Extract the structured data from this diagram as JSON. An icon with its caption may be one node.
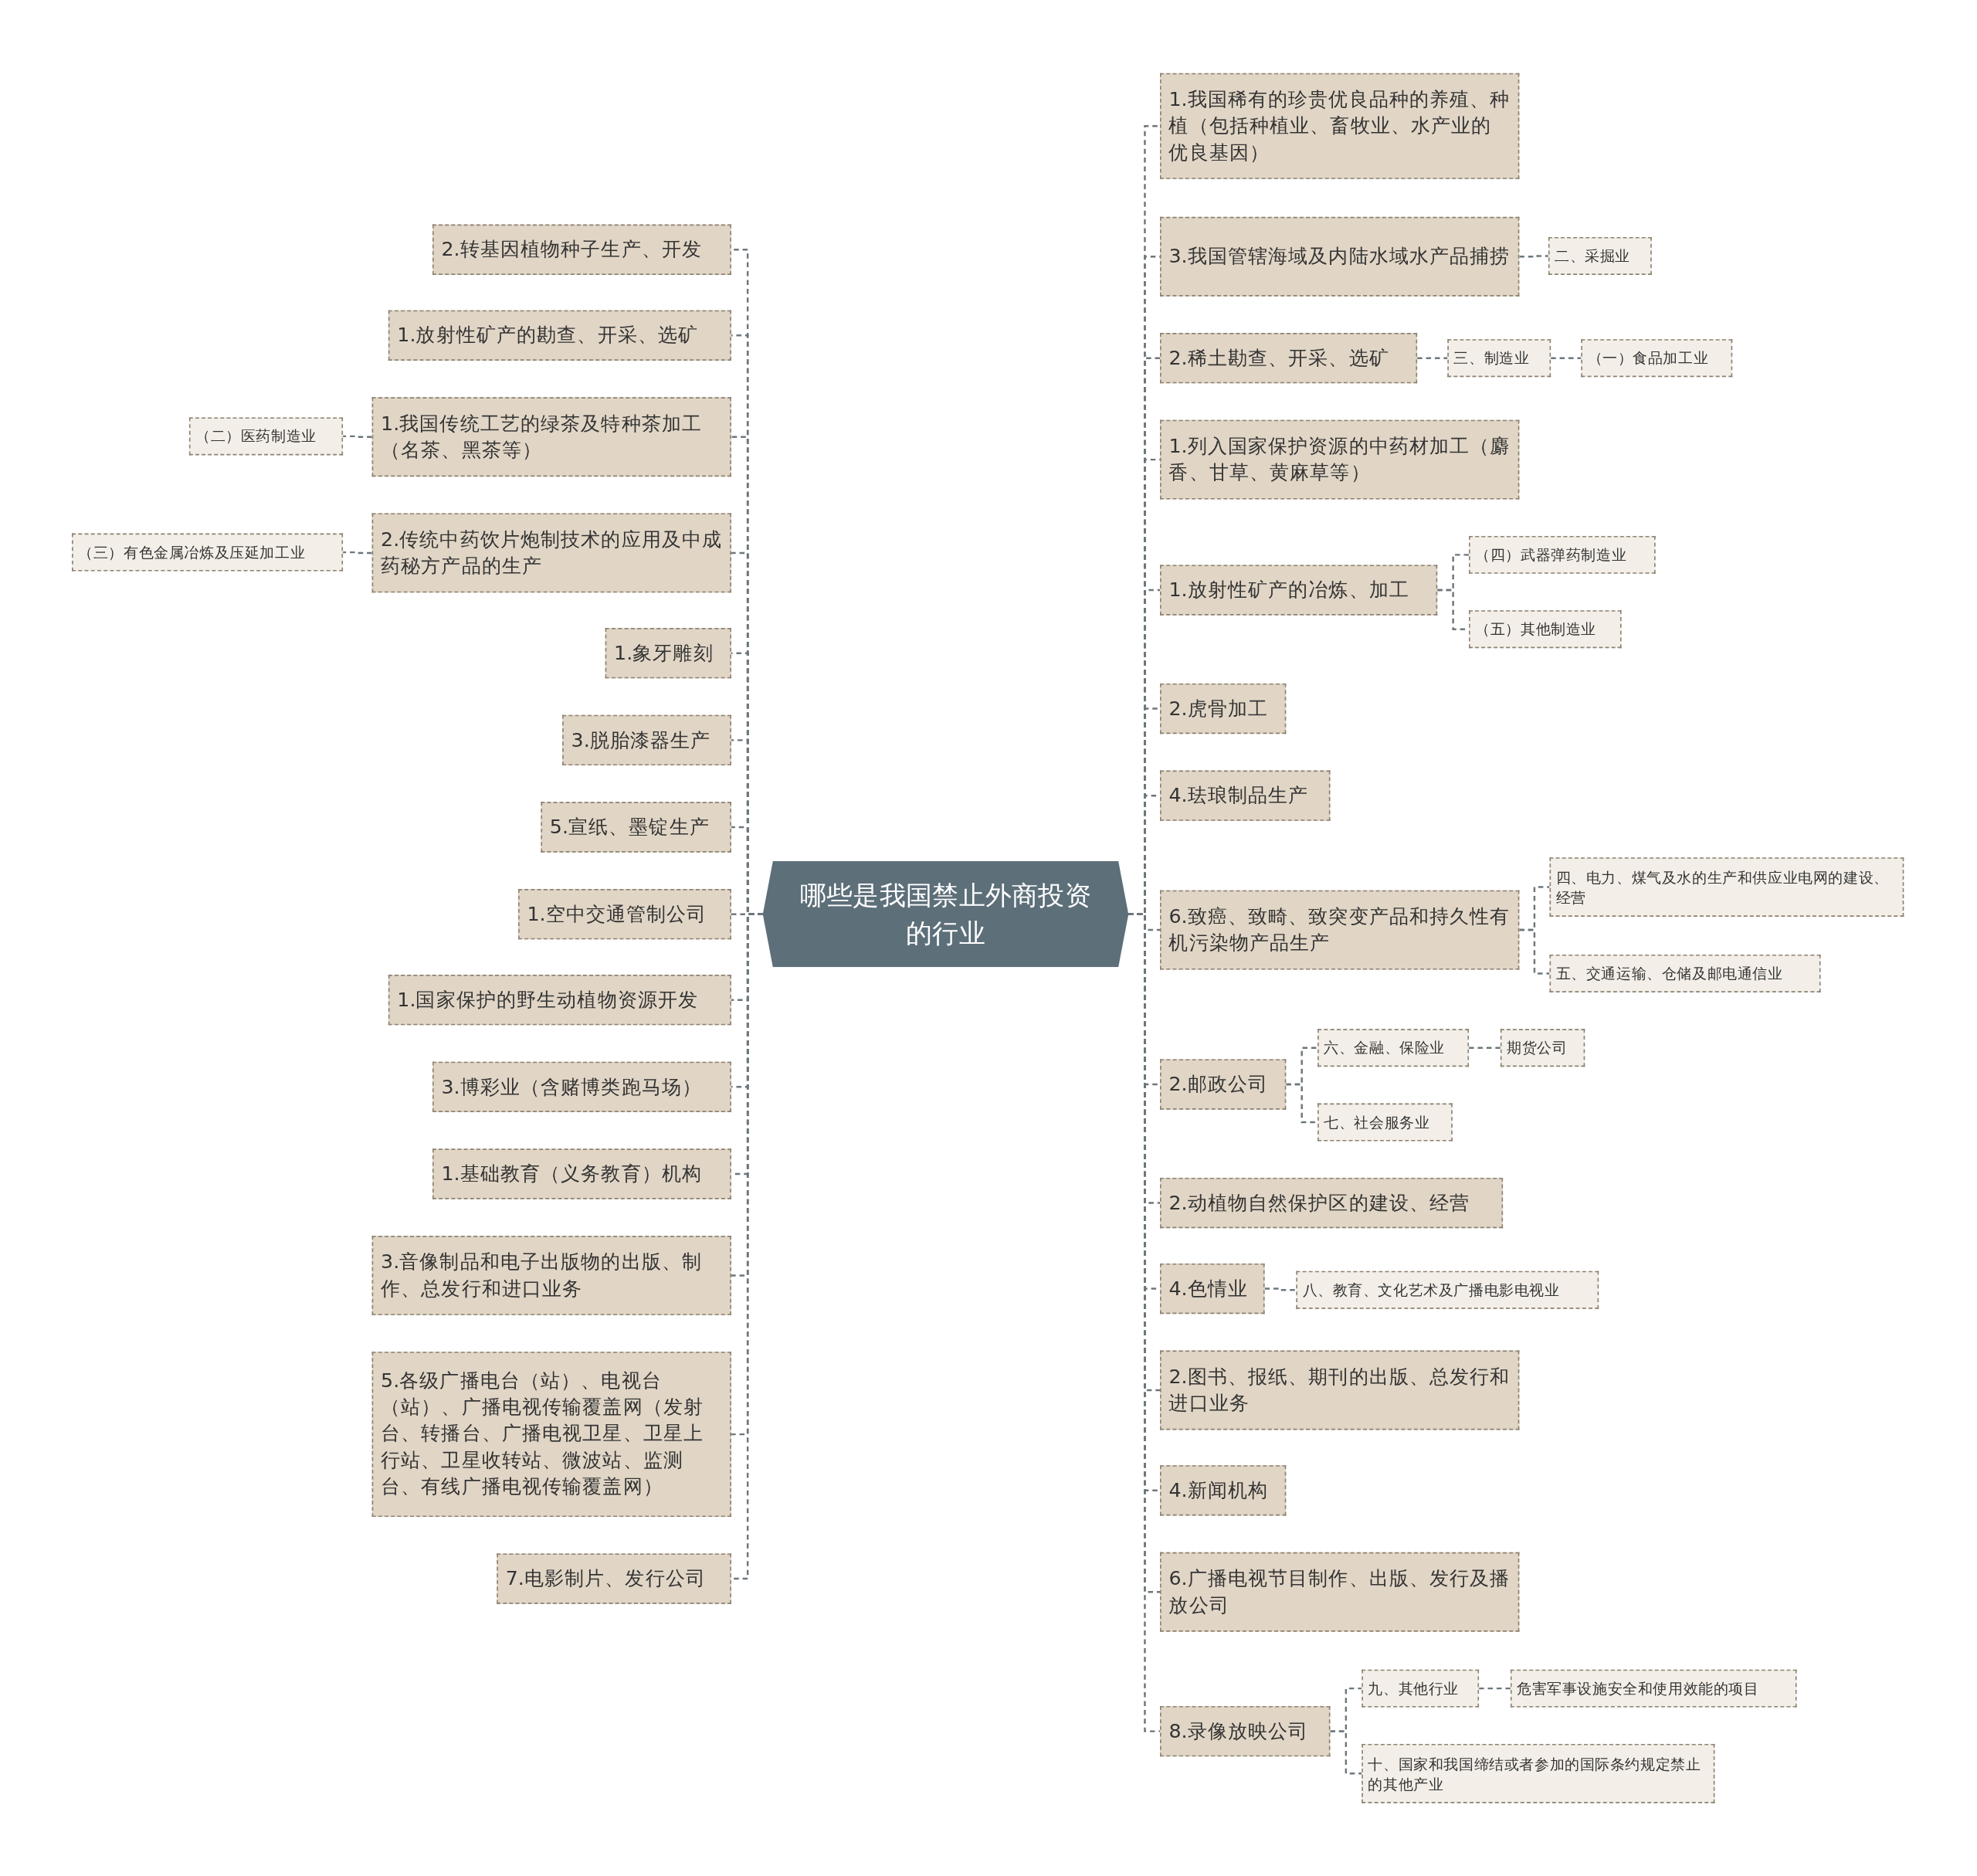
{
  "diagram": {
    "nodes": [
      {
        "text": [
          "哪些是我国禁止外商投资的行业"
        ]
      },
      {
        "text": [
          "2.转基因植物种子生产、开发"
        ]
      },
      {
        "text": [
          "1.放射性矿产的勘查、开采、选矿"
        ]
      },
      {
        "text": [
          "1.我国传统工艺的绿茶及特种茶加工（名茶、黑茶等）"
        ]
      },
      {
        "text": [
          "（二）医药制造业"
        ]
      },
      {
        "text": [
          "2.传统中药饮片炮制技术的应用及中成药秘方产品的生产"
        ]
      },
      {
        "text": [
          "（三）有色金属冶炼及压延加工业"
        ]
      },
      {
        "text": [
          "1.象牙雕刻"
        ]
      },
      {
        "text": [
          "3.脱胎漆器生产"
        ]
      },
      {
        "text": [
          "5.宣纸、墨锭生产"
        ]
      },
      {
        "text": [
          "1.空中交通管制公司"
        ]
      },
      {
        "text": [
          "1.国家保护的野生动植物资源开发"
        ]
      },
      {
        "text": [
          "3.博彩业（含赌博类跑马场）"
        ]
      },
      {
        "text": [
          "1.基础教育（义务教育）机构"
        ]
      },
      {
        "text": [
          "3.音像制品和电子出版物的出版、制作、总发行和进口业务"
        ]
      },
      {
        "text": [
          "5.各级广播电台（站）、电视台（站）、广播电视传输覆盖网（发射台、转播台、广播电视卫星、卫星上行站、卫星收转站、微波站、监测台、有线广播电视传输覆盖网）"
        ]
      },
      {
        "text": [
          "7.电影制片、发行公司"
        ]
      },
      {
        "text": [
          "1.我国稀有的珍贵优良品种的养殖、种植（包括种植业、畜牧业、水产业的优良基因）"
        ]
      },
      {
        "text": [
          "3.我国管辖海域及内陆水域水产品捕捞"
        ]
      },
      {
        "text": [
          "二、采掘业"
        ]
      },
      {
        "text": [
          "2.稀土勘查、开采、选矿"
        ]
      },
      {
        "text": [
          "三、制造业"
        ]
      },
      {
        "text": [
          "（一）食品加工业"
        ]
      },
      {
        "text": [
          "1.列入国家保护资源的中药材加工（麝香、甘草、黄麻草等）"
        ]
      },
      {
        "text": [
          "1.放射性矿产的冶炼、加工"
        ]
      },
      {
        "text": [
          "（四）武器弹药制造业"
        ]
      },
      {
        "text": [
          "（五）其他制造业"
        ]
      },
      {
        "text": [
          "2.虎骨加工"
        ]
      },
      {
        "text": [
          "4.珐琅制品生产"
        ]
      },
      {
        "text": [
          "6.致癌、致畸、致突变产品和持久性有机污染物产品生产"
        ]
      },
      {
        "text": [
          "四、电力、煤气及水的生产和供应业电网的建设、经营"
        ]
      },
      {
        "text": [
          "五、交通运输、仓储及邮电通信业"
        ]
      },
      {
        "text": [
          "2.邮政公司"
        ]
      },
      {
        "text": [
          "六、金融、保险业"
        ]
      },
      {
        "text": [
          "期货公司"
        ]
      },
      {
        "text": [
          "七、社会服务业"
        ]
      },
      {
        "text": [
          "2.动植物自然保护区的建设、经营"
        ]
      },
      {
        "text": [
          "4.色情业"
        ]
      },
      {
        "text": [
          "八、教育、文化艺术及广播电影电视业"
        ]
      },
      {
        "text": [
          "2.图书、报纸、期刊的出版、总发行和进口业务"
        ]
      },
      {
        "text": [
          "4.新闻机构"
        ]
      },
      {
        "text": [
          "6.广播电视节目制作、出版、发行及播放公司"
        ]
      },
      {
        "text": [
          "8.录像放映公司"
        ]
      },
      {
        "text": [
          "九、其他行业"
        ]
      },
      {
        "text": [
          "危害军事设施安全和使用效能的项目"
        ]
      },
      {
        "text": [
          "十、国家和我国缔结或者参加的国际条约规定禁止的其他产业"
        ]
      }
    ],
    "edges": [
      {
        "from": 0,
        "to": 1,
        "arrow": "none"
      },
      {
        "from": 0,
        "to": 2,
        "arrow": "none"
      },
      {
        "from": 0,
        "to": 3,
        "arrow": "none"
      },
      {
        "from": 3,
        "to": 4,
        "arrow": "none"
      },
      {
        "from": 0,
        "to": 5,
        "arrow": "none"
      },
      {
        "from": 5,
        "to": 6,
        "arrow": "none"
      },
      {
        "from": 0,
        "to": 7,
        "arrow": "none"
      },
      {
        "from": 0,
        "to": 8,
        "arrow": "none"
      },
      {
        "from": 0,
        "to": 9,
        "arrow": "none"
      },
      {
        "from": 0,
        "to": 10,
        "arrow": "none"
      },
      {
        "from": 0,
        "to": 11,
        "arrow": "none"
      },
      {
        "from": 0,
        "to": 12,
        "arrow": "none"
      },
      {
        "from": 0,
        "to": 13,
        "arrow": "none"
      },
      {
        "from": 0,
        "to": 14,
        "arrow": "none"
      },
      {
        "from": 0,
        "to": 15,
        "arrow": "none"
      },
      {
        "from": 0,
        "to": 16,
        "arrow": "none"
      },
      {
        "from": 0,
        "to": 17,
        "arrow": "none"
      },
      {
        "from": 0,
        "to": 18,
        "arrow": "none"
      },
      {
        "from": 18,
        "to": 19,
        "arrow": "none"
      },
      {
        "from": 0,
        "to": 20,
        "arrow": "none"
      },
      {
        "from": 20,
        "to": 21,
        "arrow": "none"
      },
      {
        "from": 21,
        "to": 22,
        "arrow": "none"
      },
      {
        "from": 0,
        "to": 23,
        "arrow": "none"
      },
      {
        "from": 0,
        "to": 24,
        "arrow": "none"
      },
      {
        "from": 24,
        "to": 25,
        "arrow": "none"
      },
      {
        "from": 24,
        "to": 26,
        "arrow": "none"
      },
      {
        "from": 0,
        "to": 27,
        "arrow": "none"
      },
      {
        "from": 0,
        "to": 28,
        "arrow": "none"
      },
      {
        "from": 0,
        "to": 29,
        "arrow": "none"
      },
      {
        "from": 29,
        "to": 30,
        "arrow": "none"
      },
      {
        "from": 29,
        "to": 31,
        "arrow": "none"
      },
      {
        "from": 0,
        "to": 32,
        "arrow": "none"
      },
      {
        "from": 32,
        "to": 33,
        "arrow": "none"
      },
      {
        "from": 33,
        "to": 34,
        "arrow": "none"
      },
      {
        "from": 32,
        "to": 35,
        "arrow": "none"
      },
      {
        "from": 0,
        "to": 36,
        "arrow": "none"
      },
      {
        "from": 0,
        "to": 37,
        "arrow": "none"
      },
      {
        "from": 37,
        "to": 38,
        "arrow": "none"
      },
      {
        "from": 0,
        "to": 39,
        "arrow": "none"
      },
      {
        "from": 0,
        "to": 40,
        "arrow": "none"
      },
      {
        "from": 0,
        "to": 41,
        "arrow": "none"
      },
      {
        "from": 0,
        "to": 42,
        "arrow": "none"
      },
      {
        "from": 42,
        "to": 43,
        "arrow": "none"
      },
      {
        "from": 43,
        "to": 44,
        "arrow": "none"
      },
      {
        "from": 42,
        "to": 45,
        "arrow": "none"
      }
    ]
  }
}
